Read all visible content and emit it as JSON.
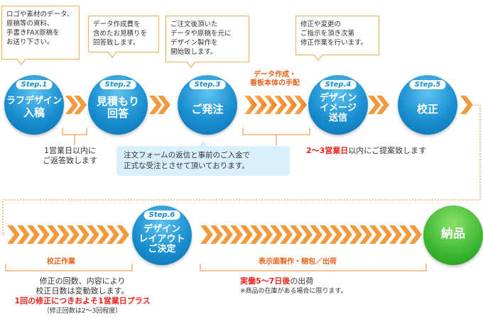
{
  "notes": [
    {
      "lines": [
        "ロゴや素材のデータ、",
        "原稿等の資料、",
        "手書きFAX原稿を",
        "お送り下さい。"
      ]
    },
    {
      "lines": [
        "データ作成費を",
        "含めたお見積りを",
        "回答致します。"
      ]
    },
    {
      "lines": [
        "ご注文後頂いた",
        "データや原稿を元に",
        "デザイン製作を",
        "開始致します。"
      ]
    },
    {
      "lines": [
        "修正や変更の",
        "ご指示を頂き次第",
        "修正作業を行います。"
      ]
    }
  ],
  "steps": [
    {
      "step": "Step.1",
      "label": [
        "ラフデザイン",
        "入稿"
      ]
    },
    {
      "step": "Step.2",
      "label": [
        "見積もり",
        "回答"
      ]
    },
    {
      "step": "Step.3",
      "label": [
        "ご発注"
      ]
    },
    {
      "step": "Step.4",
      "label": [
        "デザイン",
        "イメージ",
        "送信"
      ]
    },
    {
      "step": "Step.5",
      "label": [
        "校正"
      ]
    },
    {
      "step": "Step.6",
      "label": [
        "デザイン",
        "レイアウト",
        "ご決定"
      ]
    }
  ],
  "final": {
    "label": "納品"
  },
  "arrow_label_3_4": [
    "データ作成・",
    "看板本体の手配"
  ],
  "reply_note": [
    "1営業日以内に",
    "ご返答致します"
  ],
  "order_note": [
    "注文フォームの返信と事前のご入金で",
    "正式な受注とさせて頂いております。"
  ],
  "proposal": {
    "highlight": "2～3営業日",
    "rest": "以内にご提案致します"
  },
  "proof_work": {
    "label": "校正作業",
    "lines": [
      "修正の回数、内容により",
      "校正日数は変動致します。"
    ],
    "highlight": "1回の修正につきおよそ1営業日プラス",
    "sub": "（修正回数は2～3回程度）"
  },
  "production": {
    "label": "表示面製作・梱包／出荷",
    "highlight": "実働5～7日後",
    "rest": "の出荷",
    "sub": "※商品の在庫がある場合に限ります。"
  },
  "colors": {
    "blue": "#1a8fd0",
    "orange": "#f08a2a",
    "red": "#e8231c",
    "green": "#3cb832",
    "note_border": "#f0b15a"
  }
}
